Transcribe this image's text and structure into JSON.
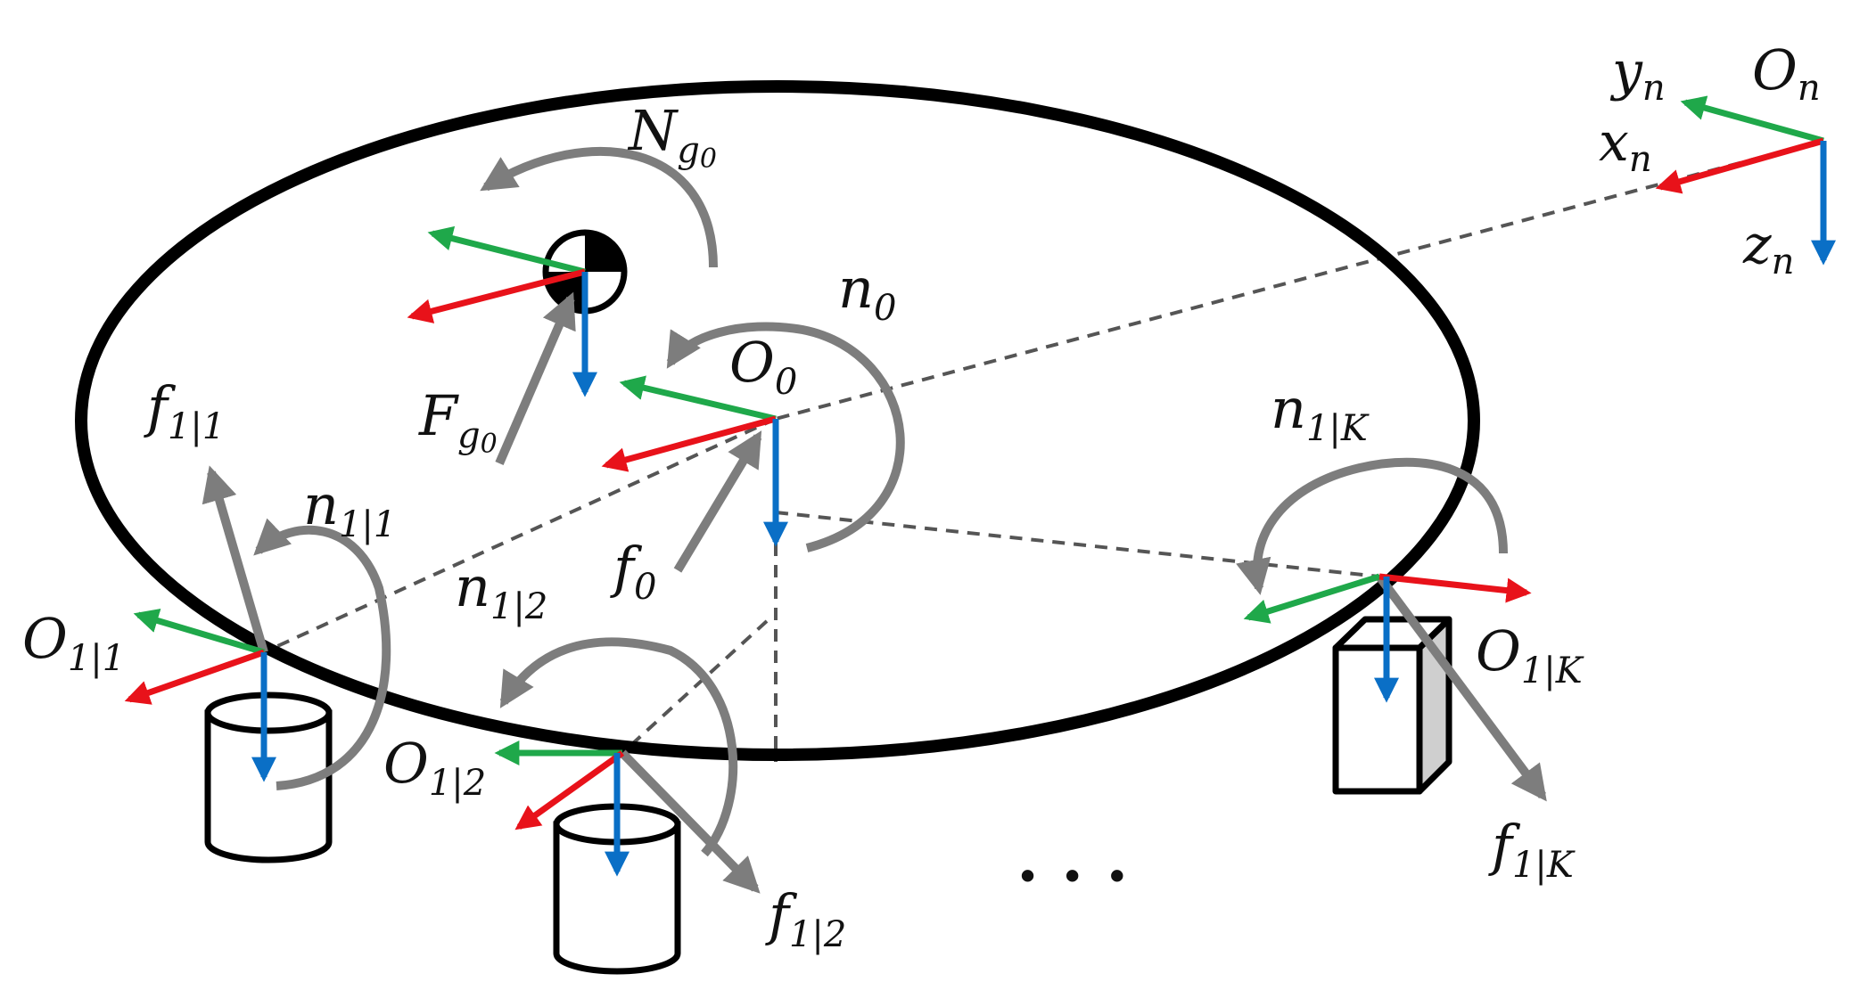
{
  "colors": {
    "x_axis": "#e8121a",
    "y_axis": "#1fa84a",
    "z_axis": "#0a6fc6",
    "force_moment": "#7d7d7d",
    "dashed_link": "#555555",
    "body_outline": "#000000",
    "foot_side_shade": "#cfcfcf"
  },
  "labels": {
    "world_frame": {
      "base": "O",
      "sub": "n"
    },
    "world_x": {
      "base": "x",
      "sub": "n"
    },
    "world_y": {
      "base": "y",
      "sub": "n"
    },
    "world_z": {
      "base": "z",
      "sub": "n"
    },
    "gravity_moment": {
      "base": "N",
      "sub": "g",
      "subsub": "0"
    },
    "gravity_force": {
      "base": "F",
      "sub": "g",
      "subsub": "0"
    },
    "body_frame": {
      "base": "O",
      "sub": "0"
    },
    "body_moment": {
      "base": "n",
      "sub": "0"
    },
    "body_force": {
      "base": "f",
      "sub": "0"
    },
    "contact1_force": {
      "base": "f",
      "sub": "1|1"
    },
    "contact1_moment": {
      "base": "n",
      "sub": "1|1"
    },
    "contact1_frame": {
      "base": "O",
      "sub": "1|1"
    },
    "contact2_moment": {
      "base": "n",
      "sub": "1|2"
    },
    "contact2_frame": {
      "base": "O",
      "sub": "1|2"
    },
    "contact2_force": {
      "base": "f",
      "sub": "1|2"
    },
    "contactK_moment": {
      "base": "n",
      "sub": "1|K"
    },
    "contactK_frame": {
      "base": "O",
      "sub": "1|K"
    },
    "contactK_force": {
      "base": "f",
      "sub": "1|K"
    },
    "ellipsis": "· · ·"
  }
}
